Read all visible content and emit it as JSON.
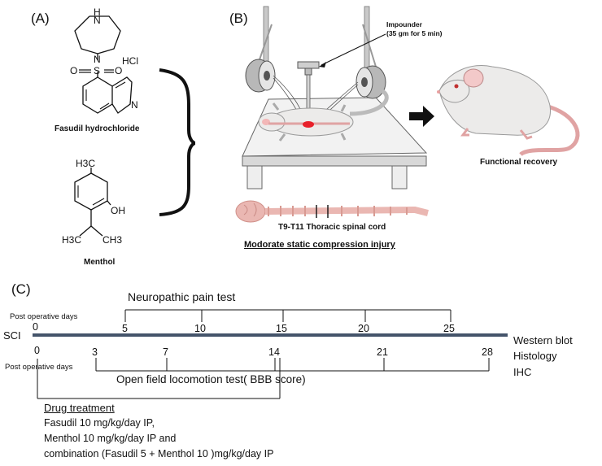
{
  "panel_a": {
    "label": "(A)",
    "fasudil": {
      "atom_h": "H",
      "atom_n_top": "N",
      "atom_n_bottom": "N",
      "atom_s": "S",
      "atom_o_left": "O",
      "atom_o_right": "O",
      "atom_n_ring": "N",
      "salt": "HCl",
      "name": "Fasudil hydrochloride"
    },
    "menthol": {
      "methyl_top": "H3C",
      "hydroxyl": "OH",
      "methyl_left": "H3C",
      "methyl_right": "CH3",
      "name": "Menthol"
    }
  },
  "panel_b": {
    "label": "(B)",
    "impounder": "Impounder",
    "impounder_detail": "(35 gm for 5 min)",
    "spinal_label": "T9-T11 Thoracic spinal cord",
    "injury_label": "Modorate static compression injury",
    "outcome": "Functional recovery"
  },
  "panel_c": {
    "label": "(C)",
    "sci": "SCI",
    "neuropathic_title": "Neuropathic pain test",
    "post_op_top": "Post operative days",
    "top_days": [
      "0",
      "5",
      "10",
      "15",
      "20",
      "25"
    ],
    "bottom_days": [
      "0",
      "3",
      "7",
      "14",
      "21",
      "28"
    ],
    "post_op_bottom": "Post operative days",
    "open_field": "Open field locomotion test( BBB score)",
    "right_labels": [
      "Western blot",
      "Histology",
      "IHC"
    ],
    "drug_title": "Drug treatment",
    "drug_lines": [
      "Fasudil 10 mg/kg/day IP,",
      "Menthol 10 mg/kg/day IP and",
      "combination (Fasudil 5 + Menthol 10 )mg/kg/day IP"
    ]
  },
  "colors": {
    "timeline": "#44546a",
    "lesion": "#e8202a",
    "mouse_body": "#ecebea",
    "tail": "#e0a3a3",
    "cord": "#eab7b2"
  }
}
